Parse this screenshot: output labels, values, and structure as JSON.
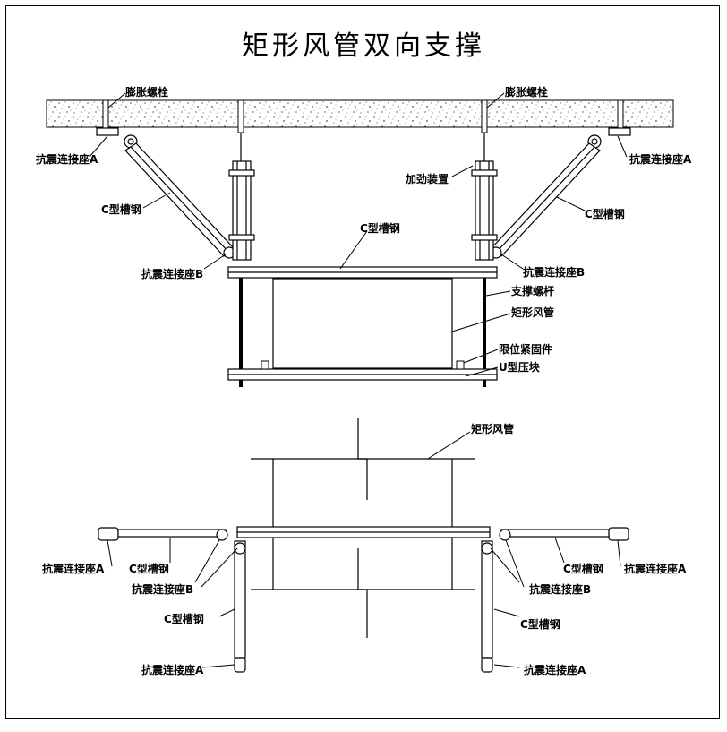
{
  "title": "矩形风管双向支撑",
  "labels": {
    "expansion_bolt_left": "膨胀螺栓",
    "expansion_bolt_right": "膨胀螺栓",
    "seismic_base_a_top_left": "抗震连接座A",
    "seismic_base_a_top_right": "抗震连接座A",
    "reinforcement_device": "加劲装置",
    "c_channel_left": "C型槽钢",
    "c_channel_right": "C型槽钢",
    "c_channel_beam": "C型槽钢",
    "seismic_base_b_left": "抗震连接座B",
    "seismic_base_b_right": "抗震连接座B",
    "support_rod": "支撑螺杆",
    "rect_duct": "矩形风管",
    "limit_fastener": "限位紧固件",
    "u_clamp": "U型压块"
  },
  "plan_labels": {
    "rect_duct": "矩形风管",
    "seismic_base_a_left": "抗震连接座A",
    "c_channel_left": "C型槽钢",
    "seismic_base_b_left": "抗震连接座B",
    "c_channel_vertical_left": "C型槽钢",
    "seismic_base_a_bottom_left": "抗震连接座A",
    "c_channel_right": "C型槽钢",
    "seismic_base_a_right": "抗震连接座A",
    "seismic_base_b_right": "抗震连接座B",
    "c_channel_vertical_right": "C型槽钢",
    "seismic_base_a_bottom_right": "抗震连接座A"
  }
}
